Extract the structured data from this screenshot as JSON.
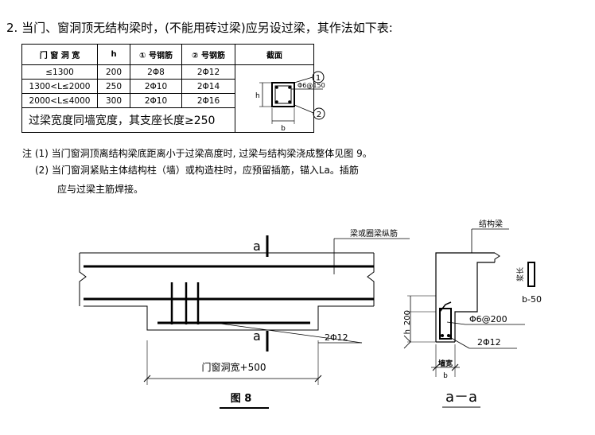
{
  "heading": "2. 当门、窗洞顶无结构梁时，(不能用砖过梁)应另设过梁，其作法如下表:",
  "table": {
    "headers": [
      "门 窗 洞 宽",
      "h",
      "① 号钢筋",
      "② 号钢筋",
      "截面"
    ],
    "rows": [
      [
        "≤1300",
        "200",
        "2Φ8",
        "2Φ12"
      ],
      [
        "1300<L≤2000",
        "250",
        "2Φ10",
        "2Φ14"
      ],
      [
        "2000<L≤4000",
        "300",
        "2Φ10",
        "2Φ16"
      ]
    ],
    "note": "过梁宽度同墙宽度，其支座长度≥250"
  },
  "section_detail": {
    "marker_1": "1",
    "marker_2": "2",
    "stirrup": "Φ6@150",
    "h": "h",
    "b": "b"
  },
  "notes": {
    "line1": "注 (1) 当门窗洞顶离结构梁底距离小于过梁高度时, 过梁与结构梁浇成整体见图 9。",
    "line2": "(2) 当门窗洞紧贴主体结构柱（墙）或构造柱时，应预留插筋，锚入La。插筋",
    "line3": "应与过梁主筋焊接。"
  },
  "elevation": {
    "section_mark_top": "a",
    "section_mark_bottom": "a",
    "label_beam_rebar": "梁或圈梁纵筋",
    "label_rebar": "2Φ12",
    "opening_label": "门窗洞宽+500",
    "figure_title": "图 8"
  },
  "section_aa": {
    "label_structural_beam": "结构梁",
    "dim_200": "200",
    "dim_h": "h",
    "label_sidebar": "浆长",
    "label_b50": "b-50",
    "label_stirrup": "Φ6@200",
    "label_rebar": "2Φ12",
    "label_wall_width": "墙宽",
    "label_b": "b",
    "title": "a－a"
  }
}
